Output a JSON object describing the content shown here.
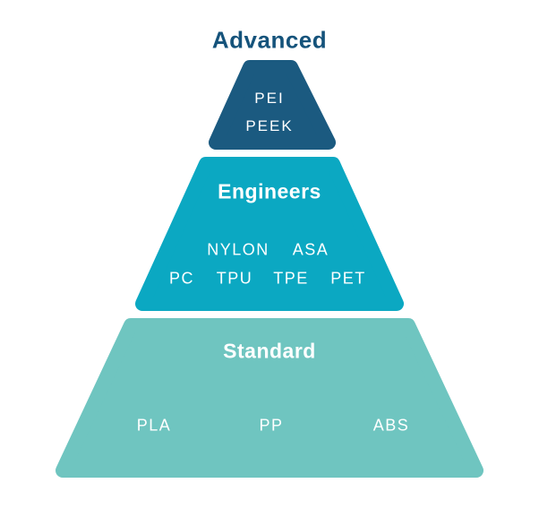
{
  "diagram": {
    "type": "pyramid",
    "background_color": "#ffffff",
    "tiers": [
      {
        "id": "advanced",
        "label": "Advanced",
        "label_placement": "above",
        "color": "#1B5A80",
        "label_color": "#15537B",
        "materials": [
          "PEI",
          "PEEK"
        ]
      },
      {
        "id": "engineers",
        "label": "Engineers",
        "label_placement": "inside",
        "color": "#0BA8C2",
        "label_color": "#FFFFFF",
        "materials": [
          "NYLON",
          "ASA",
          "PC",
          "TPU",
          "TPE",
          "PET"
        ]
      },
      {
        "id": "standard",
        "label": "Standard",
        "label_placement": "inside",
        "color": "#6FC5C0",
        "label_color": "#FFFFFF",
        "materials": [
          "PLA",
          "PP",
          "ABS"
        ]
      }
    ]
  }
}
